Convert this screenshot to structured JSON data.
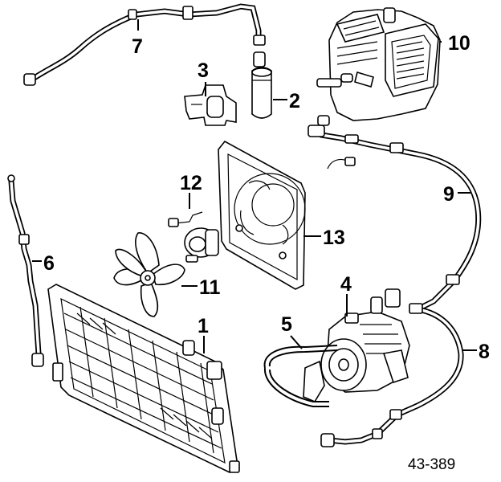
{
  "diagram": {
    "callouts": {
      "c1": "1",
      "c2": "2",
      "c3": "3",
      "c4": "4",
      "c5": "5",
      "c6": "6",
      "c7": "7",
      "c8": "8",
      "c9": "9",
      "c10": "10",
      "c11": "11",
      "c12": "12",
      "c13": "13"
    },
    "reference_number": "43-389"
  }
}
